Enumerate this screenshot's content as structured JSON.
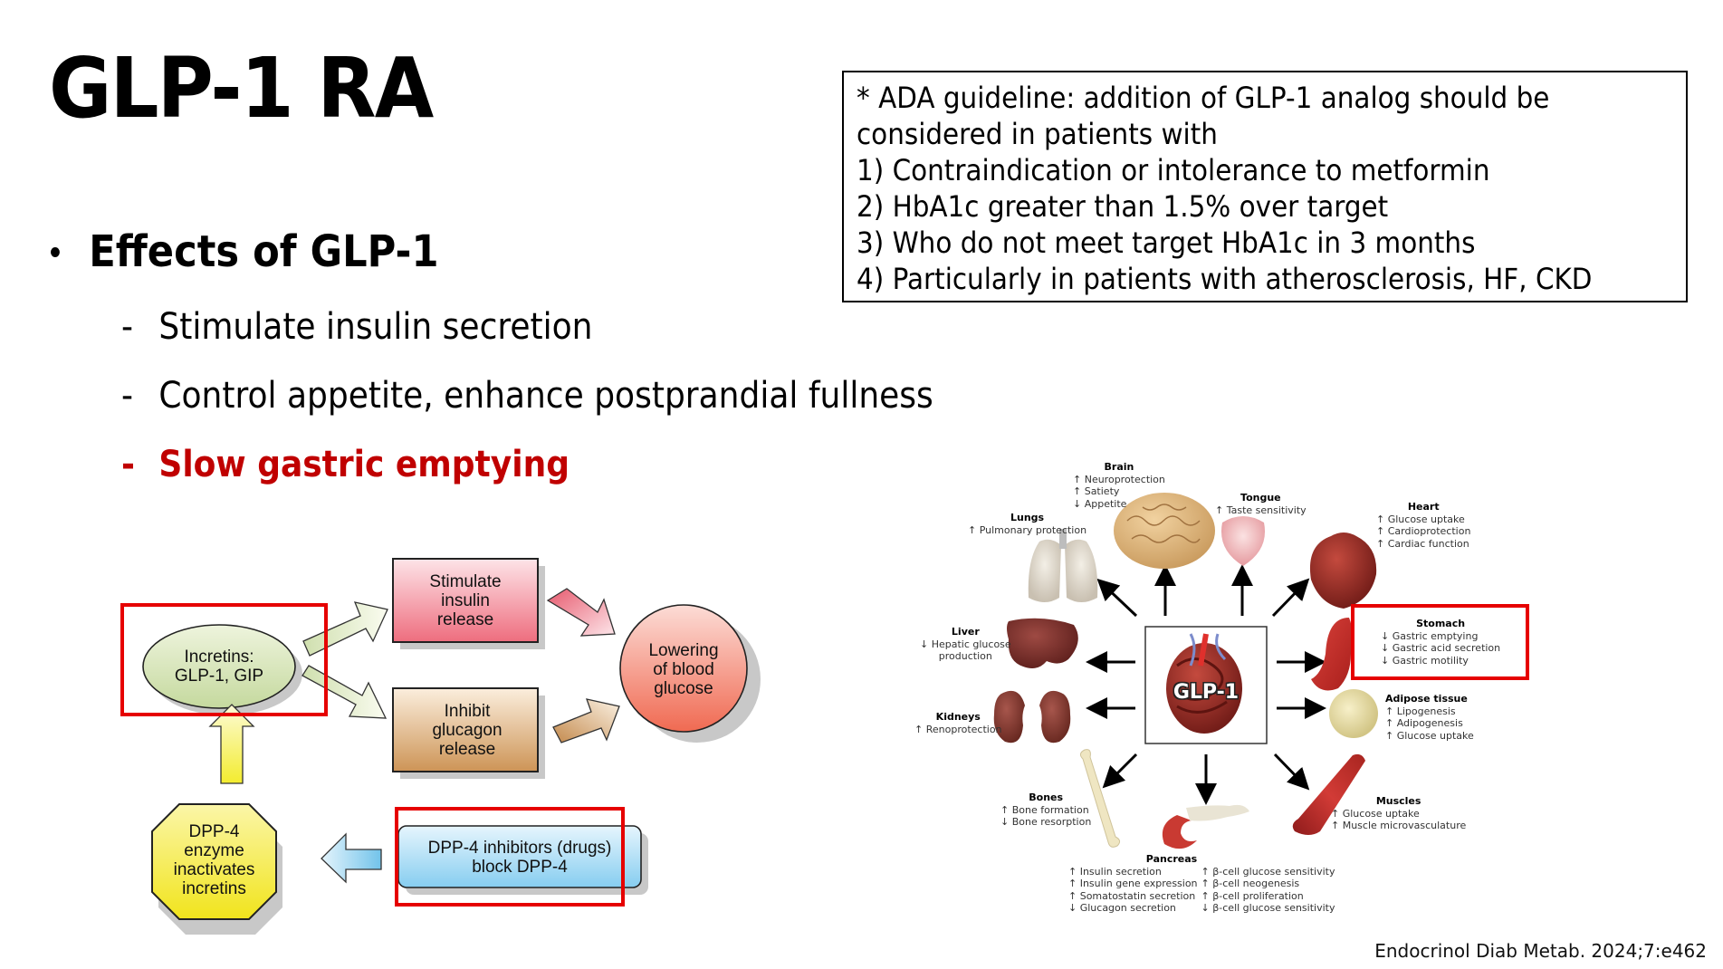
{
  "slide": {
    "title": "GLP-1 RA",
    "bullet": "Effects of GLP-1",
    "sub_items": [
      {
        "dash": "-",
        "text": "Stimulate insulin secretion",
        "highlight": false
      },
      {
        "dash": "-",
        "text": "Control appetite, enhance postprandial fullness",
        "highlight": false
      },
      {
        "dash": "-",
        "text": "Slow gastric emptying",
        "highlight": true
      }
    ],
    "highlight_color": "#c00000",
    "annotation_color": "#e60000",
    "citation": "Endocrinol Diab Metab. 2024;7:e462"
  },
  "ada_box": {
    "lines": [
      "* ADA guideline: addition of GLP-1 analog should be",
      "considered in patients with",
      "1) Contraindication or intolerance to metformin",
      "2) HbA1c greater than 1.5% over target",
      "3) Who do not meet target HbA1c in 3 months",
      "4) Particularly in patients with atherosclerosis, HF, CKD"
    ]
  },
  "flowchart": {
    "incretins": [
      "Incretins:",
      "GLP-1, GIP"
    ],
    "stimulate": [
      "Stimulate",
      "insulin",
      "release"
    ],
    "inhibit": [
      "Inhibit",
      "glucagon",
      "release"
    ],
    "lowering": [
      "Lowering",
      "of blood",
      "glucose"
    ],
    "dpp4_enzyme": [
      "DPP-4",
      "enzyme",
      "inactivates",
      "incretins"
    ],
    "dpp4_inhibitors": [
      "DPP-4 inhibitors (drugs)",
      "block DPP-4"
    ],
    "colors": {
      "incretins": "#d6e5b5",
      "stimulate": "#f07c8a",
      "inhibit": "#d9a76e",
      "lowering": "#f47a62",
      "dpp4_enzyme": "#f4ea30",
      "dpp4_inhibitors": "#8fd2f2"
    }
  },
  "organ_figure": {
    "center_label": "GLP-1",
    "organs": {
      "brain": {
        "name": "Brain",
        "effects": [
          "↑ Neuroprotection",
          "↑ Satiety",
          "↓ Appetite"
        ]
      },
      "tongue": {
        "name": "Tongue",
        "effects": [
          "↑ Taste sensitivity"
        ]
      },
      "lungs": {
        "name": "Lungs",
        "effects": [
          "↑ Pulmonary protection"
        ]
      },
      "heart": {
        "name": "Heart",
        "effects": [
          "↑ Glucose uptake",
          "↑ Cardioprotection",
          "↑ Cardiac function"
        ]
      },
      "liver": {
        "name": "Liver",
        "effects": [
          "↓ Hepatic glucose",
          "production"
        ]
      },
      "stomach": {
        "name": "Stomach",
        "effects": [
          "↓ Gastric emptying",
          "↓ Gastric acid secretion",
          "↓ Gastric motility"
        ]
      },
      "kidneys": {
        "name": "Kidneys",
        "effects": [
          "↑ Renoprotection"
        ]
      },
      "adipose": {
        "name": "Adipose tissue",
        "effects": [
          "↑ Lipogenesis",
          "↑ Adipogenesis",
          "↑ Glucose uptake"
        ]
      },
      "bones": {
        "name": "Bones",
        "effects": [
          "↑ Bone formation",
          "↓ Bone resorption"
        ]
      },
      "muscles": {
        "name": "Muscles",
        "effects": [
          "↑ Glucose uptake",
          "↑ Muscle microvasculature"
        ]
      },
      "pancreas": {
        "name": "Pancreas",
        "effects_left": [
          "↑ Insulin secretion",
          "↑ Insulin gene expression",
          "↑ Somatostatin secretion",
          "↓ Glucagon secretion"
        ],
        "effects_right": [
          "↑ β-cell glucose sensitivity",
          "↑ β-cell neogenesis",
          "↑ β-cell proliferation",
          "↓ β-cell glucose sensitivity"
        ]
      }
    }
  }
}
